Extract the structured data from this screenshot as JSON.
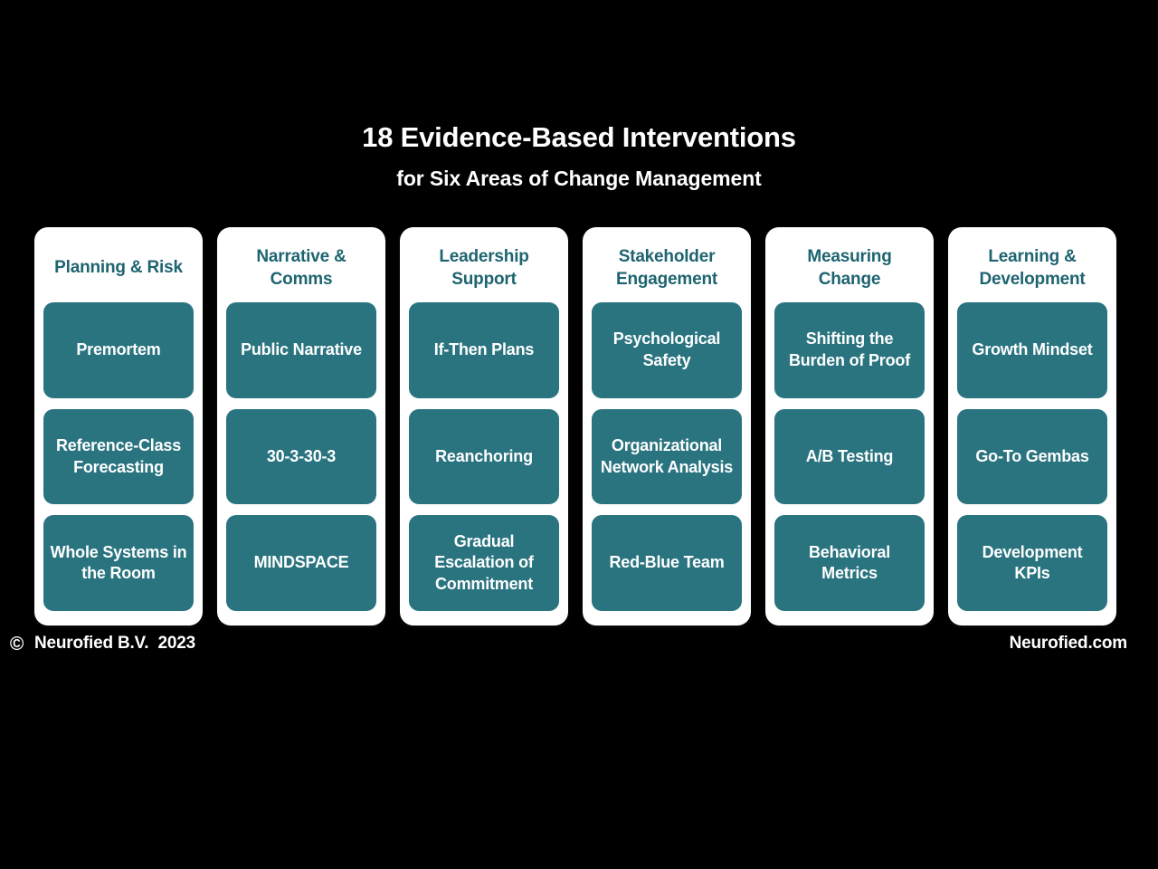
{
  "background_color": "#000000",
  "accent_color": "#2a7480",
  "header_text_color": "#1e6470",
  "card_color": "#ffffff",
  "title": {
    "main": "18 Evidence-Based Interventions",
    "sub": "for Six Areas of Change Management"
  },
  "columns": [
    {
      "header": "Planning & Risk",
      "items": [
        "Premortem",
        "Reference-Class Forecasting",
        "Whole Systems in the Room"
      ]
    },
    {
      "header": "Narrative & Comms",
      "items": [
        "Public Narrative",
        "30-3-30-3",
        "MINDSPACE"
      ]
    },
    {
      "header": "Leadership Support",
      "items": [
        "If-Then Plans",
        "Reanchoring",
        "Gradual Escalation of Commitment"
      ]
    },
    {
      "header": "Stakeholder Engagement",
      "items": [
        "Psychological Safety",
        "Organizational Network Analysis",
        "Red-Blue Team"
      ]
    },
    {
      "header": "Measuring Change",
      "items": [
        "Shifting the Burden of Proof",
        "A/B Testing",
        "Behavioral Metrics"
      ]
    },
    {
      "header": "Learning & Development",
      "items": [
        "Growth Mindset",
        "Go-To Gembas",
        "Development KPIs"
      ]
    }
  ],
  "footer": {
    "copyright_symbol": "©",
    "company": "Neurofied B.V.  2023",
    "website": "Neurofied.com"
  }
}
